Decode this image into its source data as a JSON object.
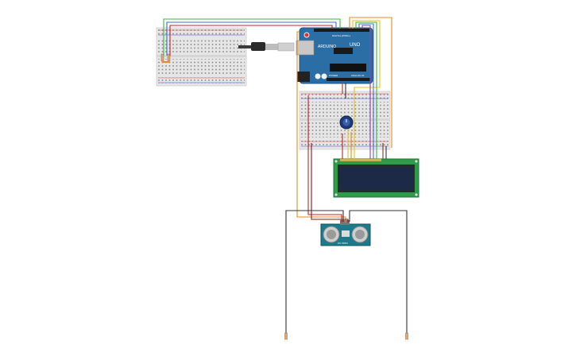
{
  "arduino": {
    "board_label": "UNO",
    "logo_text": "ARDUINO",
    "digital_label": "DIGITAL (PWM~)",
    "analog_label": "ANALOG IN",
    "power_label": "POWER"
  },
  "lcd": {
    "display_text": ""
  },
  "sensor": {
    "model_label": "HC-SR04"
  },
  "colors": {
    "board": "#2a6ea5",
    "breadboard": "#e4e4e4",
    "lcd_pcb": "#2e9a4a",
    "lcd_screen": "#1d2a47",
    "sensor_pcb": "#1c7a8a",
    "wire_orange": "#e58a1f",
    "wire_green": "#3bb34a",
    "wire_red": "#c02626",
    "wire_yellow": "#e5c21f",
    "wire_purple": "#8b3fb5",
    "wire_blue": "#3d6fd6",
    "wire_black": "#333333"
  },
  "icons": [
    "potentiometer-icon",
    "usb-cable-icon",
    "resistor-icon",
    "led-icon"
  ]
}
